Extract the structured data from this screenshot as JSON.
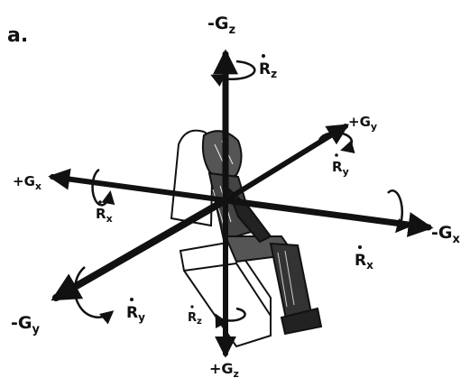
{
  "figure": {
    "panel_label": "a.",
    "axes": {
      "neg_gz": "-G",
      "neg_gz_sub": "z",
      "pos_gz": "+G",
      "pos_gz_sub": "z",
      "pos_gx": "+G",
      "pos_gx_sub": "x",
      "neg_gx": "-G",
      "neg_gx_sub": "x",
      "pos_gy": "+G",
      "pos_gy_sub": "y",
      "neg_gy": "-G",
      "neg_gy_sub": "y"
    },
    "rotations": {
      "rz_top": "R",
      "rz_top_sub": "z",
      "rz_bottom": "R",
      "rz_bottom_sub": "z",
      "rx_left": "R",
      "rx_left_sub": "x",
      "rx_right": "R",
      "rx_right_sub": "x",
      "ry_upper": "R",
      "ry_upper_sub": "y",
      "ry_lower": "R",
      "ry_lower_sub": "y"
    }
  }
}
